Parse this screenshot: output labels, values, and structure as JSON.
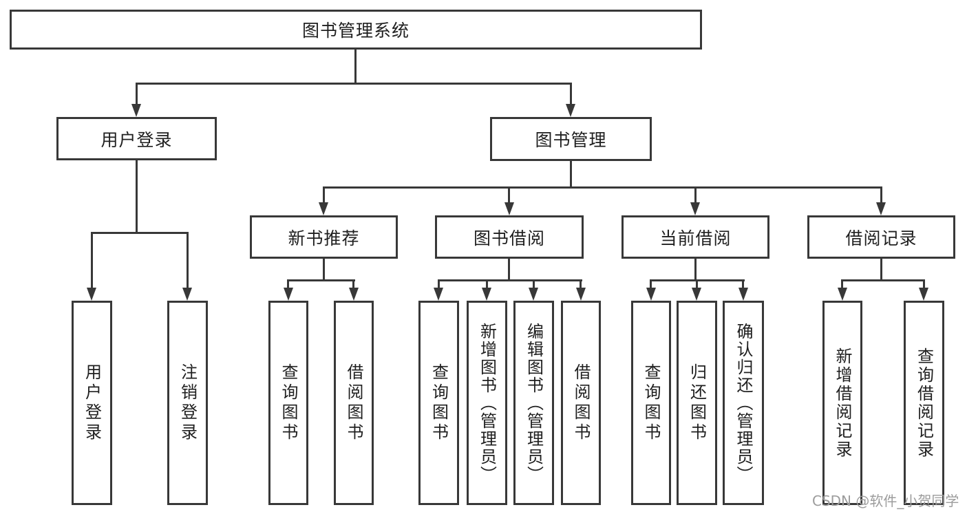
{
  "colors": {
    "line": "#383838",
    "text": "#1f1f1f",
    "box_bg": "#ffffff",
    "watermark": "#9c9c9c",
    "bg": "#ffffff"
  },
  "watermark": "CSDN @软件_小贺同学",
  "tree": {
    "root": "图书管理系统",
    "branches": [
      {
        "label": "用户登录",
        "children": [
          "用户登录",
          "注销登录"
        ]
      },
      {
        "label": "图书管理",
        "children": [
          {
            "label": "新书推荐",
            "children": [
              "查询图书",
              "借阅图书"
            ]
          },
          {
            "label": "图书借阅",
            "children": [
              "查询图书",
              "新增图书（管理员）",
              "编辑图书（管理员）",
              "借阅图书"
            ]
          },
          {
            "label": "当前借阅",
            "children": [
              "查询图书",
              "归还图书",
              "确认归还（管理员）"
            ]
          },
          {
            "label": "借阅记录",
            "children": [
              "新增借阅记录",
              "查询借阅记录"
            ]
          }
        ]
      }
    ]
  }
}
